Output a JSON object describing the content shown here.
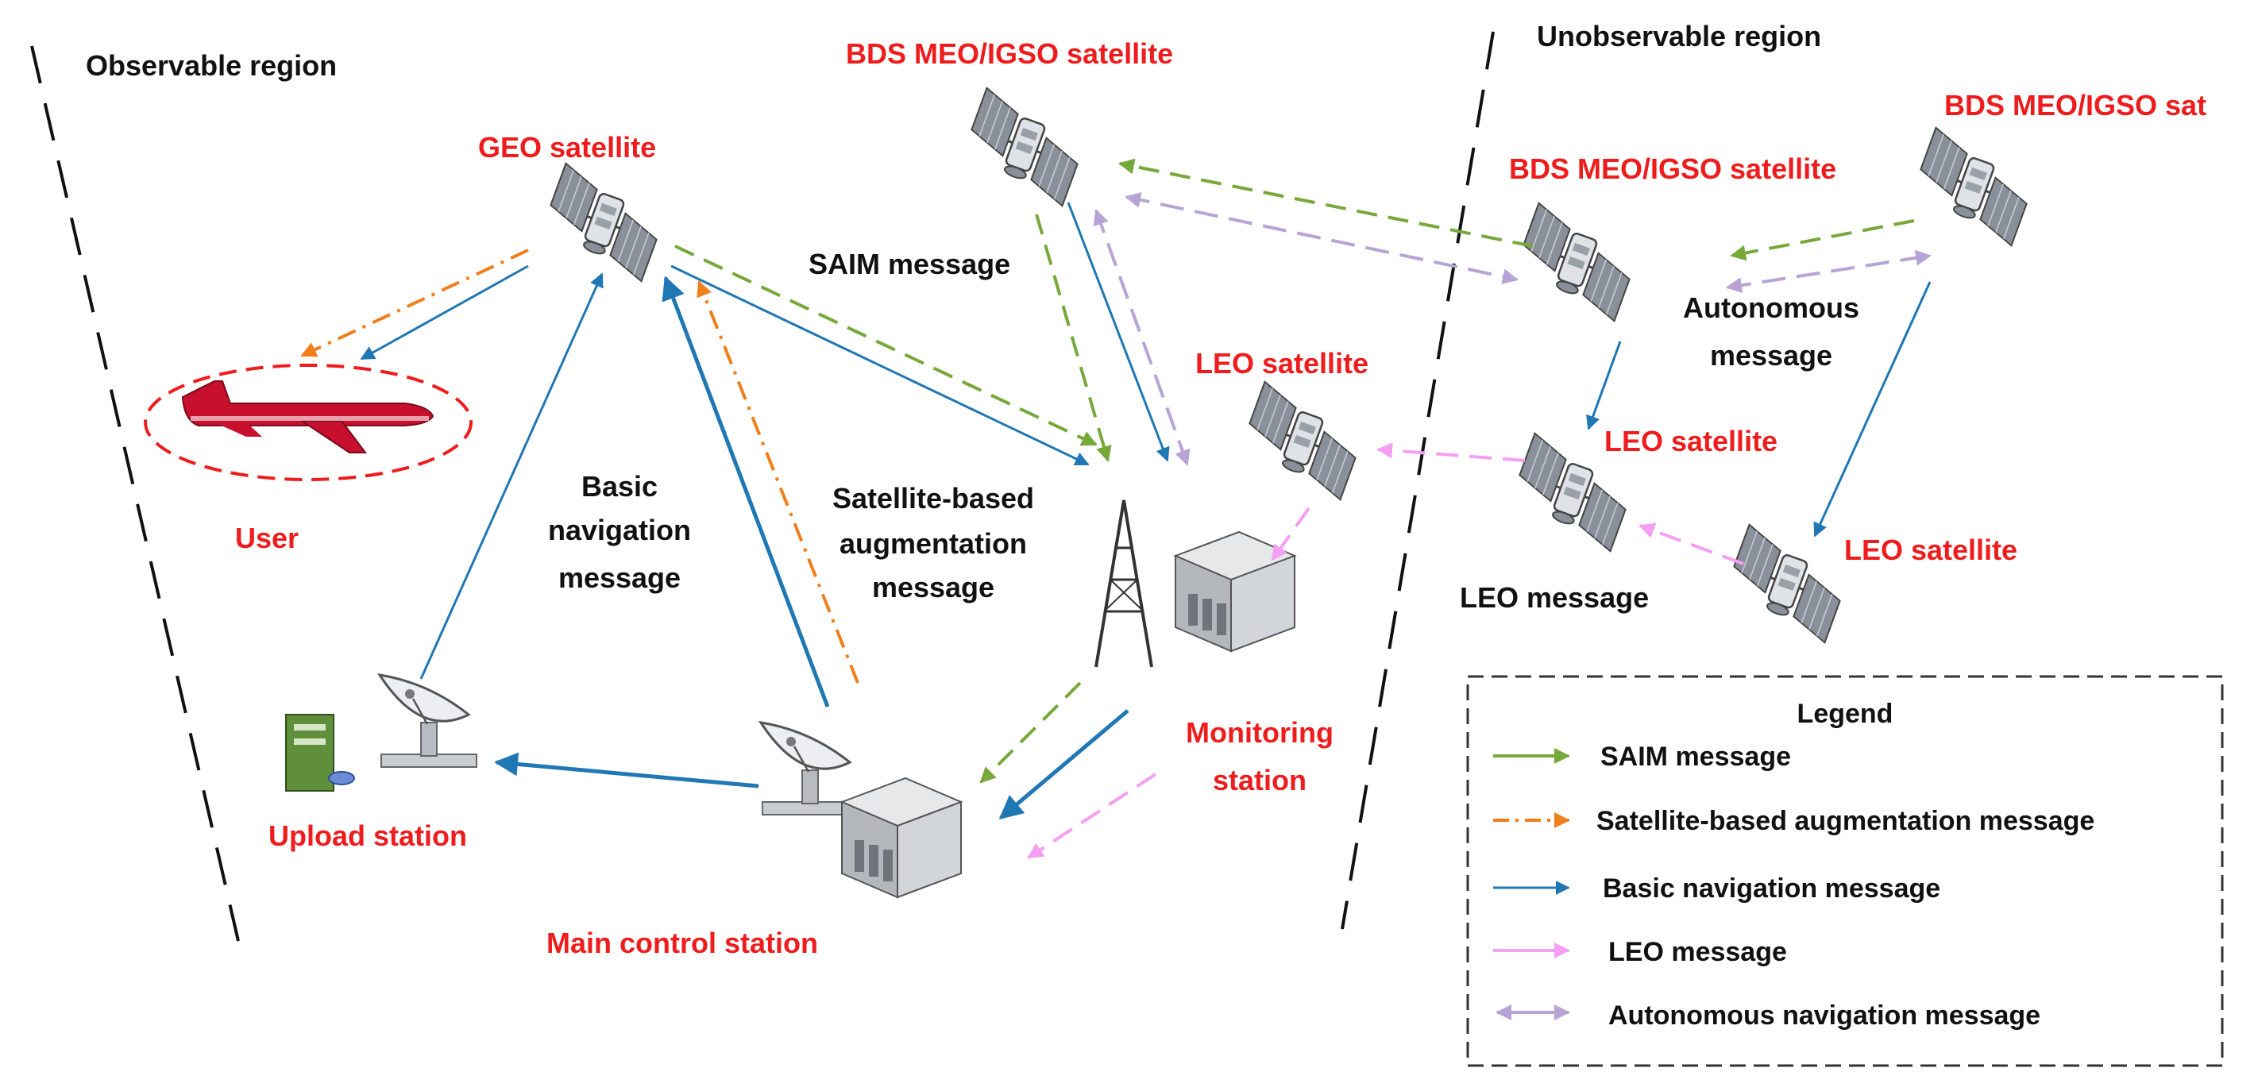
{
  "regions": {
    "observable": "Observable region",
    "unobservable": "Unobservable region"
  },
  "nodes": {
    "geo": "GEO satellite",
    "bds_center": "BDS MEO/IGSO satellite",
    "bds_right": "BDS MEO/IGSO satellite",
    "bds_far": "BDS MEO/IGSO sat",
    "leo_center": "LEO satellite",
    "leo_right": "LEO satellite",
    "leo_far": "LEO satellite",
    "user": "User",
    "upload": "Upload station",
    "main_control": "Main control station",
    "monitoring_1": "Monitoring",
    "monitoring_2": "station"
  },
  "messages": {
    "saim": "SAIM message",
    "basic_1": "Basic",
    "basic_2": "navigation",
    "basic_3": "message",
    "sba_1": "Satellite-based",
    "sba_2": "augmentation",
    "sba_3": "message",
    "autonomous_1": "Autonomous",
    "autonomous_2": "message",
    "leo": "LEO message"
  },
  "legend": {
    "title": "Legend",
    "items": [
      "SAIM message",
      "Satellite-based augmentation message",
      "Basic navigation message",
      "LEO message",
      "Autonomous navigation message"
    ]
  },
  "colors": {
    "saim": "#77a83a",
    "sba": "#f07e1b",
    "basic": "#1f77b4",
    "leo": "#f59ef2",
    "autonomous": "#b7a3d6",
    "node_label": "#ee1c1c",
    "text": "#111111"
  }
}
